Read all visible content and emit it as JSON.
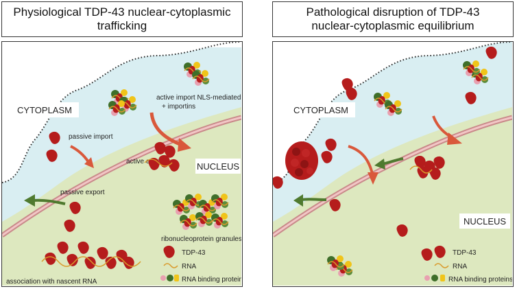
{
  "left_panel": {
    "title": "Physiological TDP-43 nuclear-cytoplasmic trafficking",
    "title_line1": "Physiological TDP-43 nuclear-cytoplasmic",
    "title_line2": "trafficking",
    "cytoplasm_label": "CYTOPLASM",
    "nucleus_label": "NUCLEUS",
    "passive_import": "passive import",
    "active_import_line1": "active import NLS-mediated",
    "active_import_line2": "+ importins",
    "active_export": "active export",
    "passive_export": "passive export",
    "rnp_granules": "ribonucleoprotein granules",
    "nascent_rna": "association with nascent RNA",
    "legend": {
      "tdp43": "TDP-43",
      "rna": "RNA",
      "rbp": "RNA binding proteins"
    }
  },
  "right_panel": {
    "title": "Pathological disruption of TDP-43 nuclear-cytoplasmic equilibrium",
    "title_line1": "Pathological disruption of TDP-43",
    "title_line2": "nuclear-cytoplasmic equilibrium",
    "cytoplasm_label": "CYTOPLASM",
    "nucleus_label": "NUCLEUS",
    "legend": {
      "tdp43": "TDP-43",
      "rna": "RNA",
      "rbp": "RNA binding proteins"
    }
  },
  "colors": {
    "cytoplasm": "#d9eef2",
    "nucleus": "#dde8bf",
    "membrane": "#e6a3a3",
    "tdp43": "#b51c1c",
    "rna": "#d99a2b",
    "import_arrow": "#d9583b",
    "export_arrow": "#4f7a2f",
    "rbp_green": "#3f6f2a",
    "rbp_yellow": "#f0c419",
    "rbp_pink": "#e8a0b0"
  }
}
